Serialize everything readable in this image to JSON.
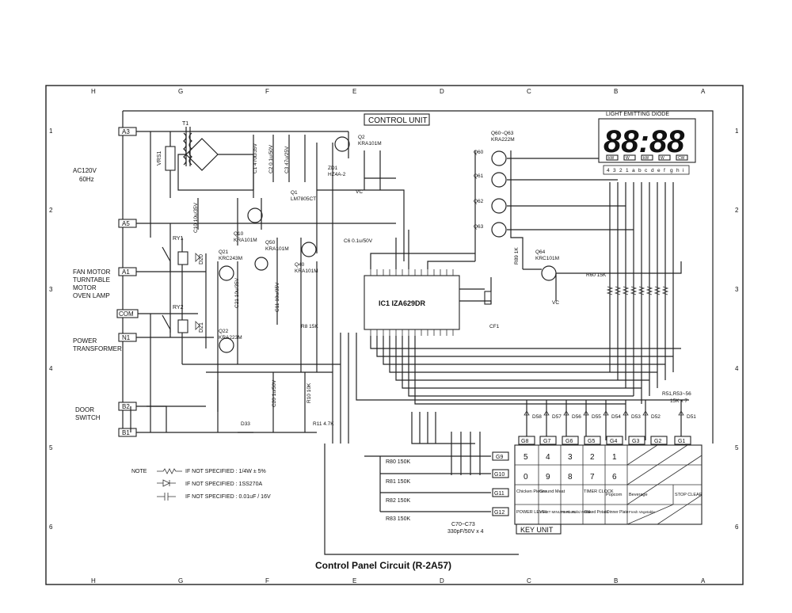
{
  "title": "Control Panel Circuit (R-2A57)",
  "control_unit_label": "CONTROL UNIT",
  "key_unit_label": "KEY UNIT",
  "display": {
    "label": "LIGHT EMITTING DIODE",
    "digits": "88:88",
    "indicators": [
      "kW",
      "W",
      "kW",
      "W",
      "CW"
    ],
    "pins": [
      "4",
      "3",
      "2",
      "1",
      "a",
      "b",
      "c",
      "d",
      "e",
      "f",
      "g",
      "h",
      "i"
    ]
  },
  "border_letters": [
    "H",
    "G",
    "F",
    "E",
    "D",
    "C",
    "B",
    "A"
  ],
  "border_numbers": [
    "1",
    "2",
    "3",
    "4",
    "5",
    "6"
  ],
  "terminals": [
    {
      "id": "A3",
      "label": "A3"
    },
    {
      "id": "A5",
      "label": "A5"
    },
    {
      "id": "A1",
      "label": "A1"
    },
    {
      "id": "COM",
      "label": "COM"
    },
    {
      "id": "N1",
      "label": "N1"
    },
    {
      "id": "B2",
      "label": "B2"
    },
    {
      "id": "B1",
      "label": "B1"
    }
  ],
  "side_labels": {
    "ac": "AC120V",
    "hz": "60Hz",
    "fan1": "FAN MOTOR",
    "fan2": "TURNTABLE",
    "fan3": "MOTOR",
    "fan4": "OVEN LAMP",
    "pt1": "POWER",
    "pt2": "TRANSFORMER",
    "door1": "DOOR",
    "door2": "SWITCH"
  },
  "parts": {
    "ic1": "IC1 IZA629DR",
    "q1": "Q1",
    "q1b": "LM7805CT",
    "q2": "Q2",
    "q2b": "KRA101M",
    "q10": "Q10",
    "q10b": "KRA101M",
    "q21": "Q21",
    "q21b": "KRC243M",
    "q22": "Q22",
    "q22b": "KRA223M",
    "q40": "Q40",
    "q40b": "KRA101M",
    "q50": "Q50",
    "q50b": "KRA101M",
    "q60": "Q60~Q63",
    "q60b": "KRA222M",
    "q64": "Q64",
    "q64b": "KRC101M",
    "q61": "Q61",
    "q62": "Q62",
    "q63": "Q63",
    "q60c": "Q60",
    "zd1": "ZD1",
    "zd1b": "HZ4A-2",
    "ry1": "RY1",
    "ry2": "RY2",
    "t1": "T1",
    "vrs1": "VRS1",
    "d20": "D20",
    "d21": "D21",
    "d33": "D33",
    "cf1": "CF1",
    "vc": "VC",
    "r8": "R8 15K",
    "r10": "R10 10K",
    "r11": "R11 4.7K",
    "r89": "R89 1K",
    "r60": "R60 15K",
    "r80": "R80 150K",
    "r81": "R81 150K",
    "r82": "R82 150K",
    "r83": "R83 150K",
    "r51": "R51,R53~56",
    "r51b": "15K x 7",
    "c70": "C70~C73",
    "c70b": "330pF/50V x 4",
    "c1": "C1 470u/35V",
    "c2": "C2 0.1u/50V",
    "c3": "C3 47u/25V",
    "c6": "C6 0.1u/50V",
    "c20": "C20 1u/50V",
    "c21": "C21 10u/35V",
    "c10": "C10 10u/35V",
    "c11": "C11 10u/35V"
  },
  "grids": [
    "G8",
    "G7",
    "G6",
    "G5",
    "G4",
    "G3",
    "G2",
    "G1"
  ],
  "scan_lines": [
    "G9",
    "G10",
    "G11",
    "G12"
  ],
  "diodes": [
    "D58",
    "D57",
    "D56",
    "D55",
    "D54",
    "D53",
    "D52",
    "D51"
  ],
  "keys": [
    [
      "5",
      "4",
      "3",
      "2",
      "1"
    ],
    [
      "0",
      "9",
      "8",
      "7",
      "6"
    ],
    [
      "Chicken Pieces",
      "Ground Meat",
      "",
      "TIMER CLOCK",
      "Popcorn",
      "Beverage",
      "",
      "STOP CLEAR"
    ],
    [
      "POWER LEVEL",
      "START MINUTE PLUS",
      "Fresh Rolls/ Muffin",
      "Baked Potato",
      "Dinner Plate",
      "Fresh Vegetable",
      "",
      ""
    ]
  ],
  "notes": [
    {
      "sym": "resistor",
      "text": "IF NOT SPECIFIED : 1/4W ± 5%"
    },
    {
      "sym": "diode",
      "text": "IF NOT SPECIFIED : 1SS270A"
    },
    {
      "sym": "capacitor",
      "text": "IF NOT SPECIFIED : 0.01uF / 16V"
    }
  ],
  "note_label": "NOTE"
}
